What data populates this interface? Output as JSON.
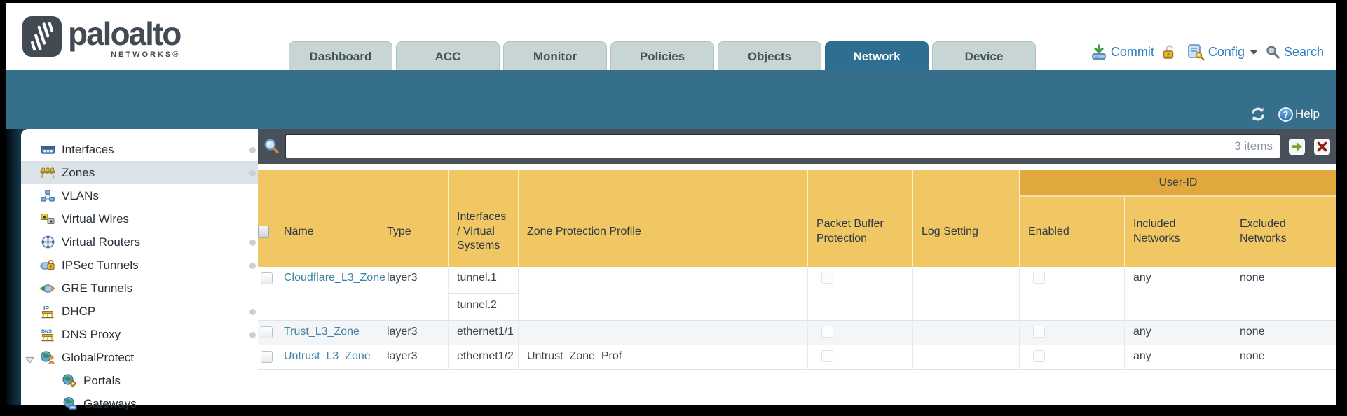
{
  "brand": {
    "name": "paloalto",
    "sub": "NETWORKS®"
  },
  "nav": {
    "tabs": [
      {
        "label": "Dashboard",
        "active": false
      },
      {
        "label": "ACC",
        "active": false
      },
      {
        "label": "Monitor",
        "active": false
      },
      {
        "label": "Policies",
        "active": false
      },
      {
        "label": "Objects",
        "active": false
      },
      {
        "label": "Network",
        "active": true
      },
      {
        "label": "Device",
        "active": false
      }
    ]
  },
  "toolbar": {
    "commit_label": "Commit",
    "config_label": "Config",
    "search_label": "Search"
  },
  "utility": {
    "help_label": "Help"
  },
  "sidebar": {
    "items": [
      {
        "label": "Interfaces",
        "icon": "interfaces-icon",
        "has_change_dot": true,
        "selected": false
      },
      {
        "label": "Zones",
        "icon": "zones-icon",
        "has_change_dot": true,
        "selected": true
      },
      {
        "label": "VLANs",
        "icon": "vlans-icon",
        "has_change_dot": false,
        "selected": false
      },
      {
        "label": "Virtual Wires",
        "icon": "virtual-wires-icon",
        "has_change_dot": false,
        "selected": false
      },
      {
        "label": "Virtual Routers",
        "icon": "virtual-routers-icon",
        "has_change_dot": true,
        "selected": false
      },
      {
        "label": "IPSec Tunnels",
        "icon": "ipsec-tunnels-icon",
        "has_change_dot": true,
        "selected": false
      },
      {
        "label": "GRE Tunnels",
        "icon": "gre-tunnels-icon",
        "has_change_dot": false,
        "selected": false
      },
      {
        "label": "DHCP",
        "icon": "dhcp-icon",
        "has_change_dot": true,
        "selected": false
      },
      {
        "label": "DNS Proxy",
        "icon": "dns-proxy-icon",
        "has_change_dot": true,
        "selected": false
      },
      {
        "label": "GlobalProtect",
        "icon": "globalprotect-icon",
        "has_change_dot": false,
        "selected": false,
        "expanded": true
      },
      {
        "label": "Portals",
        "icon": "portals-icon",
        "has_change_dot": false,
        "selected": false,
        "child": true
      },
      {
        "label": "Gateways",
        "icon": "gateways-icon",
        "has_change_dot": false,
        "selected": false,
        "child": true
      }
    ]
  },
  "filter": {
    "query": "",
    "count_text": "3 items"
  },
  "table": {
    "group_header": "User-ID",
    "columns": [
      "",
      "Name",
      "Type",
      "Interfaces / Virtual Systems",
      "Zone Protection Profile",
      "Packet Buffer Protection",
      "Log Setting",
      "Enabled",
      "Included Networks",
      "Excluded Networks"
    ],
    "rows": [
      {
        "name": "Cloudflare_L3_Zone",
        "type": "layer3",
        "interfaces": [
          "tunnel.1",
          "tunnel.2"
        ],
        "zone_protection_profile": "",
        "packet_buffer_protection": false,
        "log_setting": "",
        "enabled": false,
        "included_networks": "any",
        "excluded_networks": "none"
      },
      {
        "name": "Trust_L3_Zone",
        "type": "layer3",
        "interfaces": [
          "ethernet1/1"
        ],
        "zone_protection_profile": "",
        "packet_buffer_protection": false,
        "log_setting": "",
        "enabled": false,
        "included_networks": "any",
        "excluded_networks": "none"
      },
      {
        "name": "Untrust_L3_Zone",
        "type": "layer3",
        "interfaces": [
          "ethernet1/2"
        ],
        "zone_protection_profile": "Untrust_Zone_Prof",
        "packet_buffer_protection": false,
        "log_setting": "",
        "enabled": false,
        "included_networks": "any",
        "excluded_networks": "none"
      }
    ]
  },
  "colors": {
    "teal_band": "#356f8c",
    "tab_active": "#2d6e91",
    "tab_inactive": "#c8d5d5",
    "header_orange": "#f1c764",
    "group_header_orange": "#e1a83e",
    "filter_bar": "#48515a",
    "link": "#4082a8",
    "toolbar_link": "#2e7cc4"
  }
}
